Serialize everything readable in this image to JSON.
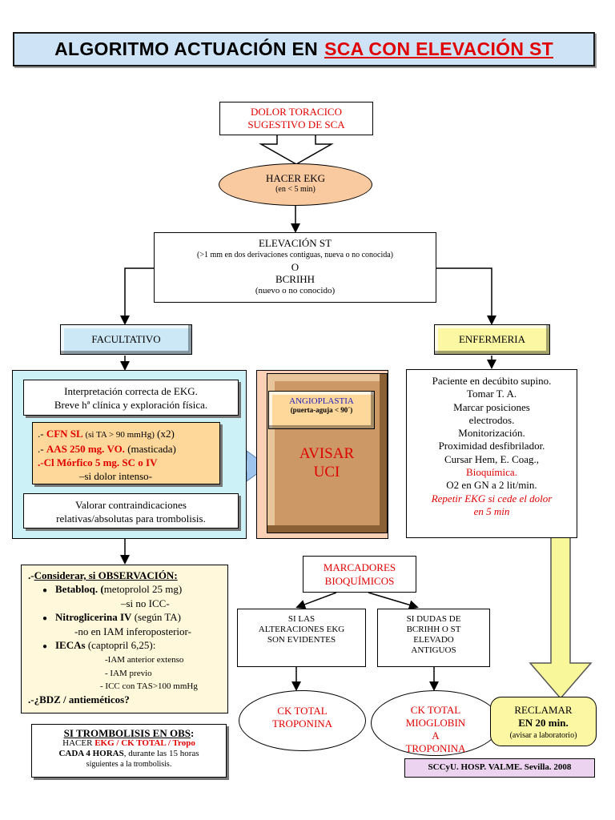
{
  "title": {
    "main": "ALGORITMO ACTUACIÓN EN",
    "accent": "SCA CON ELEVACIÓN ST"
  },
  "dolor": {
    "line1": "DOLOR TORACICO",
    "line2": "SUGESTIVO DE SCA"
  },
  "ekg": {
    "title": "HACER EKG",
    "sub": "(en < 5 min)"
  },
  "elevacion": {
    "line1": "ELEVACIÓN ST",
    "line2": "(>1 mm en dos derivaciones contiguas, nueva o no conocida)",
    "line3": "O",
    "line4": "BCRIHH",
    "line5": "(nuevo o no conocido)"
  },
  "facultativo": "FACULTATIVO",
  "enfermeria": "ENFERMERIA",
  "interp": {
    "line1": "Interpretación correcta de EKG.",
    "line2": "Breve hª clínica y exploración física."
  },
  "meds": {
    "l1_pre": ".- ",
    "l1_red": "CFN SL",
    "l1_mid": " (si TA > 90 mmHg)",
    "l1_end": " (x2)",
    "l2_pre": ".- ",
    "l2_red": "AAS 250 mg. VO.",
    "l2_end": " (masticada)",
    "l3_pre": ".-",
    "l3_red": "Cl Mórfico 5 mg. SC o IV",
    "l4": "–si dolor intenso-"
  },
  "valorar": {
    "line1": "Valorar contraindicaciones",
    "line2": "relativas/absolutas para trombolisis."
  },
  "angio": {
    "title": "ANGIOPLASTIA",
    "sub": "(puerta-aguja < 90´)"
  },
  "avisar": {
    "line1": "AVISAR",
    "line2": "UCI"
  },
  "enf_box": {
    "l1": "Paciente en decúbito supino.",
    "l2": "Tomar T. A.",
    "l3": "Marcar posiciones",
    "l4": "electrodos.",
    "l5": "Monitorización.",
    "l6": "Proximidad desfibrilador.",
    "l7": "Cursar Hem, E. Coag.,",
    "l8": "Bioquímica.",
    "l9": "O2 en GN a 2 lit/min.",
    "l10": "Repetir EKG si cede el dolor",
    "l11": "en 5 min"
  },
  "obs": {
    "head_pre": ".-",
    "head": "Considerar, si OBSERVACIÓN:",
    "b1": "Betabloq.",
    "b1_paren": " (",
    "b1_sub": "metoprolol 25 mg)",
    "b1_note": "–si no ICC-",
    "b2": "Nitroglicerina IV",
    "b2_sub": " (según TA)",
    "b2_note": "-no en IAM inferoposterior-",
    "b3": "IECAs",
    "b3_sub": " (captopril 6,25):",
    "b3_n1": "-IAM anterior extenso",
    "b3_n2": "- IAM previo",
    "b3_n3": "- ICC con TAS>100 mmHg",
    "bdz": ".-¿BDZ / antieméticos?"
  },
  "bullets": {
    "dot": "●"
  },
  "trombo": {
    "head": "SI TROMBOLISIS EN OBS",
    "colon": ":",
    "l2_pre": "HACER ",
    "l2_red": "EKG / CK TOTAL / Tropo",
    "l3_bold": "CADA 4 HORAS",
    "l3_rest": ", durante las 15 horas",
    "l4": "siguientes a la trombolisis."
  },
  "marcadores": {
    "line1": "MARCADORES",
    "line2": "BIOQUÍMICOS"
  },
  "si_las": {
    "l1": "SI LAS",
    "l2": "ALTERACIONES EKG",
    "l3": "SON EVIDENTES"
  },
  "si_dudas": {
    "l1": "SI DUDAS DE",
    "l2": "BCRIHH O ST",
    "l3": "ELEVADO",
    "l4": "ANTIGUOS"
  },
  "ck1": {
    "l1": "CK TOTAL",
    "l2": "TROPONINA"
  },
  "ck2": {
    "l1": "CK TOTAL",
    "l2": "MIOGLOBIN",
    "l3": "A",
    "l4": "TROPONINA"
  },
  "reclamar": {
    "l1": "RECLAMAR",
    "l2": "EN 20 min.",
    "l3": "(avisar a laboratorio)"
  },
  "footer": "SCCyU. HOSP. VALME. Sevilla. 2008",
  "colors": {
    "title_bg": "#cfe3f7",
    "accent_red": "#e00000",
    "ekg_oval": "#f9c9a0",
    "facultativo_bg": "#cce8f6",
    "enfermeria_bg": "#fbf7a3",
    "light_blue_panel": "#ccf2f8",
    "orange_box": "#fdd89a",
    "uci_outer": "#fcd0b4",
    "uci_bevel": "#cc9966",
    "cream": "#fff8da",
    "yellow_arrow": "#f8f79a",
    "footer_bg": "#ecd4f1"
  }
}
